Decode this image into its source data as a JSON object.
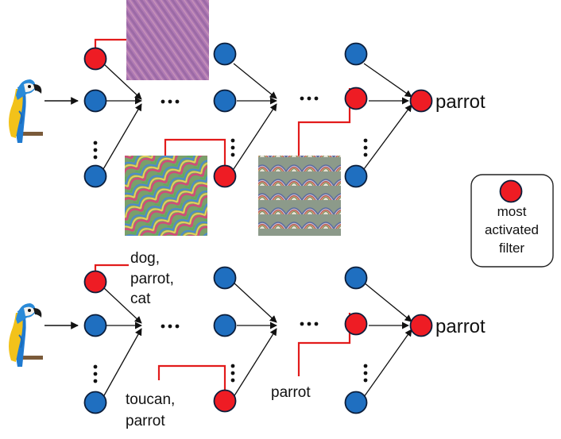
{
  "colors": {
    "neuron_blue": "#1f6fc0",
    "neuron_red": "#ee1c24",
    "neuron_stroke": "#0b1d3a",
    "edge": "#111111",
    "highlight_line": "#e21b1b"
  },
  "top_network": {
    "output_label": "parrot",
    "dots": {
      "h1": "...",
      "h2": "...",
      "v": "⋮"
    },
    "input_image_icon": "macaw-parrot-icon",
    "feature_image_icons": [
      "pink-diagonal-texture-icon",
      "rainbow-scale-pattern-icon",
      "feather-pattern-icon"
    ]
  },
  "bottom_network": {
    "output_label": "parrot",
    "dots": {
      "h1": "...",
      "h2": "...",
      "v": "⋮"
    },
    "input_image_icon": "macaw-parrot-icon",
    "filter_labels": {
      "layer1": [
        "dog,",
        "parrot,",
        "cat"
      ],
      "layer2": [
        "toucan,",
        "parrot"
      ],
      "layer3": [
        "parrot"
      ]
    }
  },
  "legend": {
    "icon": "red-neuron-icon",
    "lines": [
      "most",
      "activated",
      "filter"
    ]
  }
}
